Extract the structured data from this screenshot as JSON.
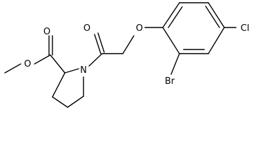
{
  "atoms": {
    "ester_oxygen_carbonyl": "O",
    "ester_oxygen_methoxy": "O",
    "ring_nitrogen": "N",
    "amide_oxygen": "O",
    "ether_oxygen": "O",
    "bromine": "Br",
    "chlorine": "Cl"
  },
  "colors": {
    "bond": "#000000",
    "text": "#000000",
    "background": "#ffffff"
  }
}
